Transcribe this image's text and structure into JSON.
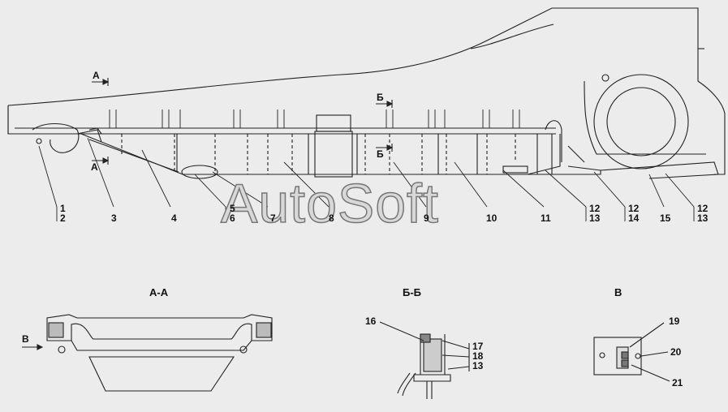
{
  "watermark": "AutoSoft",
  "sections": {
    "aa": "А-А",
    "bb": "Б-Б",
    "v": "В"
  },
  "markers": {
    "a_top": "А",
    "a_low": "А",
    "b_top": "Б",
    "b_low": "Б",
    "v_arrow": "В"
  },
  "callouts": {
    "c1": "1",
    "c2": "2",
    "c3": "3",
    "c4": "4",
    "c5": "5",
    "c6": "6",
    "c7": "7",
    "c8": "8",
    "c9": "9",
    "c10": "10",
    "c11": "11",
    "c12a": "12",
    "c13a": "13",
    "c12b": "12",
    "c14": "14",
    "c15": "15",
    "c12c": "12",
    "c13c": "13",
    "c16": "16",
    "c17": "17",
    "c18": "18",
    "c13d": "13",
    "c19": "19",
    "c20": "20",
    "c21": "21"
  }
}
